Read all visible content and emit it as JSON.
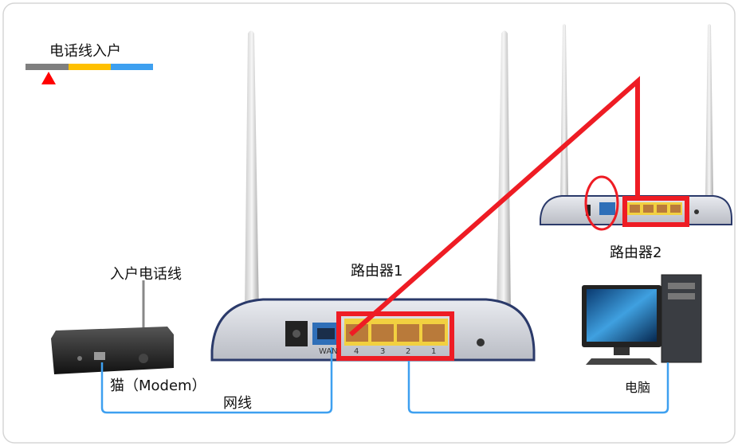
{
  "legend": {
    "title": "电话线入户",
    "colors": [
      "#7f7f7f",
      "#ffc000",
      "#3ea0f0"
    ],
    "marker_color": "#ff0000"
  },
  "labels": {
    "phone_line_in": "入户电话线",
    "router1": "路由器1",
    "router2": "路由器2",
    "modem": "猫（Modem）",
    "network_cable": "网线",
    "computer": "电脑"
  },
  "router1": {
    "wan_label": "WAN",
    "lan_ports": [
      "4",
      "3",
      "2",
      "1"
    ]
  },
  "colors": {
    "highlight": "#ee1c24",
    "cable": "#3ea0f0",
    "lan_yellow": "#f2d040"
  }
}
